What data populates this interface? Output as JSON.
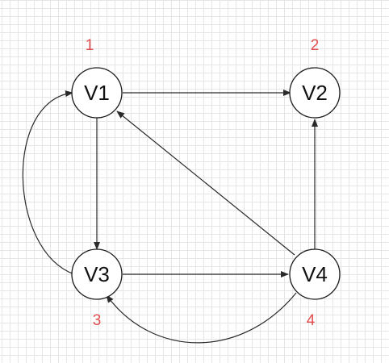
{
  "colors": {
    "index_label": "#e05050",
    "edge": "#2a2a2a",
    "node_stroke": "#1a1a1a"
  },
  "nodes": [
    {
      "id": "V1",
      "label": "V1",
      "index": "1"
    },
    {
      "id": "V2",
      "label": "V2",
      "index": "2"
    },
    {
      "id": "V3",
      "label": "V3",
      "index": "3"
    },
    {
      "id": "V4",
      "label": "V4",
      "index": "4"
    }
  ],
  "edges": [
    {
      "from": "V1",
      "to": "V2"
    },
    {
      "from": "V1",
      "to": "V3"
    },
    {
      "from": "V3",
      "to": "V1"
    },
    {
      "from": "V3",
      "to": "V4"
    },
    {
      "from": "V4",
      "to": "V1"
    },
    {
      "from": "V4",
      "to": "V2"
    },
    {
      "from": "V4",
      "to": "V3"
    }
  ]
}
